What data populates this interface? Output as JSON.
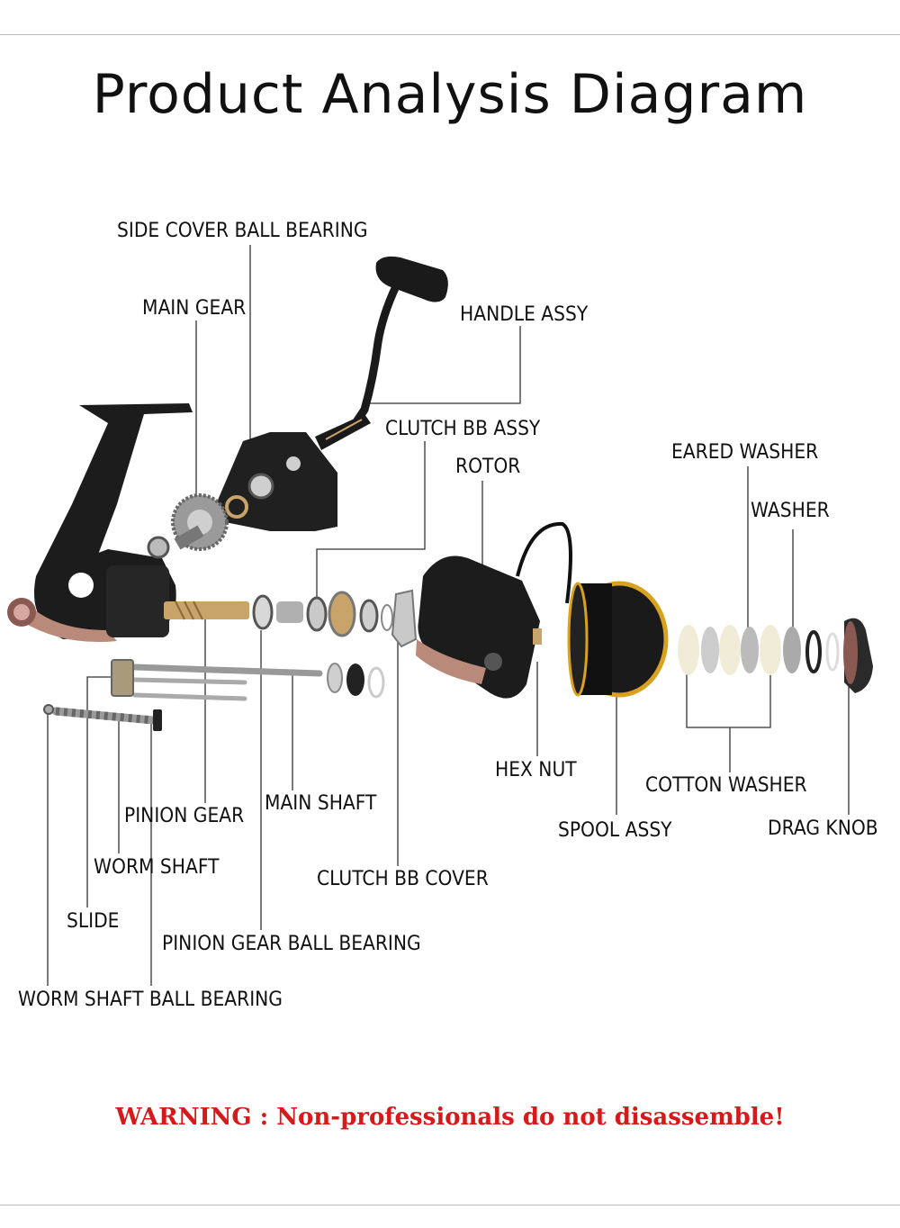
{
  "title": "Product Analysis Diagram",
  "labels": {
    "side_cover_ball_bearing": "SIDE COVER BALL BEARING",
    "main_gear": "MAIN GEAR",
    "handle_assy": "HANDLE ASSY",
    "clutch_bb_assy": "CLUTCH BB ASSY",
    "rotor": "ROTOR",
    "eared_washer": "EARED WASHER",
    "washer": "WASHER",
    "hex_nut": "HEX NUT",
    "cotton_washer": "COTTON WASHER",
    "spool_assy": "SPOOL ASSY",
    "drag_knob": "DRAG KNOB",
    "pinion_gear": "PINION GEAR",
    "main_shaft": "MAIN SHAFT",
    "worm_shaft": "WORM SHAFT",
    "clutch_bb_cover": "CLUTCH BB COVER",
    "slide": "SLIDE",
    "pinion_gear_ball_bearing": "PINION GEAR BALL BEARING",
    "worm_shaft_ball_bearing": "WORM SHAFT BALL BEARING"
  },
  "warning": "WARNING : Non-professionals do not disassemble!",
  "colors": {
    "warning": "#d61a1a",
    "reel_body": "#1c1c1c",
    "brass": "#c8a46a",
    "spool_ring": "#d9a21e",
    "leader_line": "#333333"
  }
}
